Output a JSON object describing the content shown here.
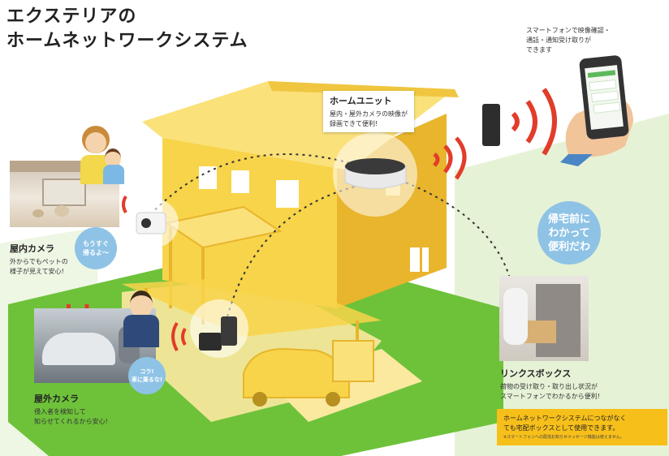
{
  "title": {
    "line1": "エクステリアの",
    "line2": "ホームネットワークシステム"
  },
  "smartphone": {
    "caption_lines": [
      "スマートフォンで映像確認・",
      "通話・通知受け取りが",
      "できます"
    ]
  },
  "home_unit": {
    "name": "ホームユニット",
    "desc_lines": [
      "屋内・屋外カメラの映像が",
      "録画できて便利!"
    ]
  },
  "indoor_camera": {
    "name": "屋内カメラ",
    "desc_lines": [
      "外からでもペットの",
      "様子が見えて安心!"
    ],
    "bubble_lines": [
      "もうすぐ",
      "帰るよ〜"
    ]
  },
  "outdoor_camera": {
    "name": "屋外カメラ",
    "desc_lines": [
      "侵入者を検知して",
      "知らせてくれるから安心!"
    ],
    "bubble_lines": [
      "コラ!",
      "車に乗るな!"
    ]
  },
  "link_box": {
    "name": "リンクスボックス",
    "desc_lines": [
      "荷物の受け取り・取り出し状況が",
      "スマートフォンでわかるから便利!"
    ],
    "bubble_lines": [
      "帰宅前に",
      "わかって",
      "便利だわ"
    ]
  },
  "note": {
    "lines": [
      "ホームネットワークシステムにつながなく",
      "ても宅配ボックスとして使用できます。"
    ],
    "small": "※スマートフォンへの配達お知らせメッセージ機能は使えません。"
  },
  "colors": {
    "house_yellow": "#f8d44a",
    "house_light": "#fbe17a",
    "house_dark": "#e8b52c",
    "lawn_green": "#6ec23a",
    "bubble_blue": "#8ec3e6",
    "signal_red": "#e23c2a",
    "note_yellow": "#f7bf1a"
  }
}
